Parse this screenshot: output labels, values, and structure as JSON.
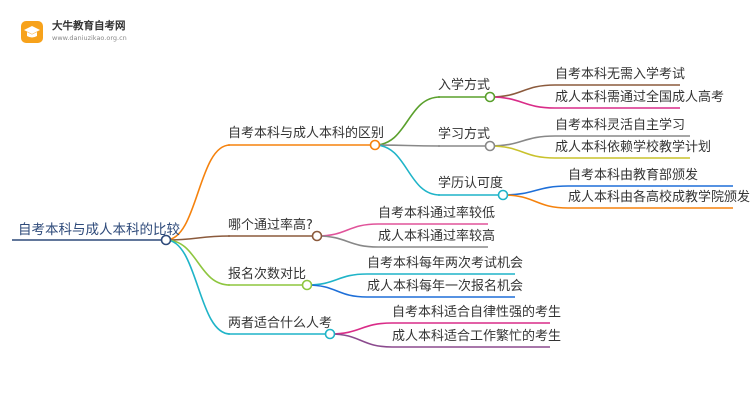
{
  "logo": {
    "title": "大牛教育自考网",
    "url": "www.daniuzikao.org.cn"
  },
  "colors": {
    "root": "#2e4a7a",
    "orange": "#f5820d",
    "purple": "#8b4a8e",
    "green": "#5aa02c",
    "magenta": "#d92c88",
    "pink": "#e0539a",
    "gray": "#888888",
    "yellow": "#c9c22c",
    "cyan": "#1fb4c8",
    "blue": "#1e6fd8",
    "brown": "#8b5a3c",
    "lime": "#8ec63f"
  },
  "mindmap": {
    "root": "自考本科与成人本科的比较",
    "branches": [
      {
        "label": "自考本科与成人本科的区别",
        "color": "orange",
        "children": [
          {
            "label": "入学方式",
            "color": "green",
            "leaves": [
              {
                "label": "自考本科无需入学考试",
                "color": "brown"
              },
              {
                "label": "成人本科需通过全国成人高考",
                "color": "magenta"
              }
            ]
          },
          {
            "label": "学习方式",
            "color": "gray",
            "leaves": [
              {
                "label": "自考本科灵活自主学习",
                "color": "gray"
              },
              {
                "label": "成人本科依赖学校教学计划",
                "color": "yellow"
              }
            ]
          },
          {
            "label": "学历认可度",
            "color": "cyan",
            "leaves": [
              {
                "label": "自考本科由教育部颁发",
                "color": "blue"
              },
              {
                "label": "成人本科由各高校成教学院颁发",
                "color": "orange"
              }
            ]
          }
        ]
      },
      {
        "label": "哪个通过率高?",
        "color": "brown",
        "leaves": [
          {
            "label": "自考本科通过率较低",
            "color": "pink"
          },
          {
            "label": "成人本科通过率较高",
            "color": "gray"
          }
        ]
      },
      {
        "label": "报名次数对比",
        "color": "lime",
        "leaves": [
          {
            "label": "自考本科每年两次考试机会",
            "color": "cyan"
          },
          {
            "label": "成人本科每年一次报名机会",
            "color": "blue"
          }
        ]
      },
      {
        "label": "两者适合什么人考",
        "color": "cyan",
        "leaves": [
          {
            "label": "自考本科适合自律性强的考生",
            "color": "magenta"
          },
          {
            "label": "成人本科适合工作繁忙的考生",
            "color": "purple"
          }
        ]
      }
    ]
  }
}
